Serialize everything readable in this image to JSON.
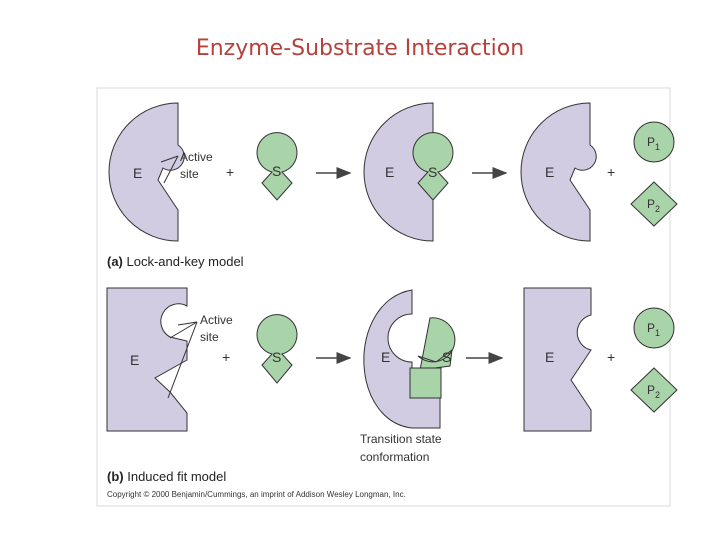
{
  "title": "Enzyme-Substrate Interaction",
  "labels": {
    "enzyme": "E",
    "substrate": "S",
    "product1_base": "P",
    "product1_sub": "1",
    "product2_base": "P",
    "product2_sub": "2",
    "plus": "+",
    "active_line1": "Active",
    "active_line2": "site",
    "transition_line1": "Transition state",
    "transition_line2": "conformation"
  },
  "panels": {
    "a": {
      "letter": "(a)",
      "caption": "Lock-and-key model"
    },
    "b": {
      "letter": "(b)",
      "caption": "Induced fit model"
    }
  },
  "copyright": "Copyright © 2000 Benjamin/Cummings, an imprint of Addison Wesley Longman, Inc.",
  "colors": {
    "enzyme_fill": "#d2cce3",
    "substrate_fill": "#a9d3a8",
    "outline": "#333333",
    "title": "#b5413c",
    "frame": "#d9d9d9"
  }
}
